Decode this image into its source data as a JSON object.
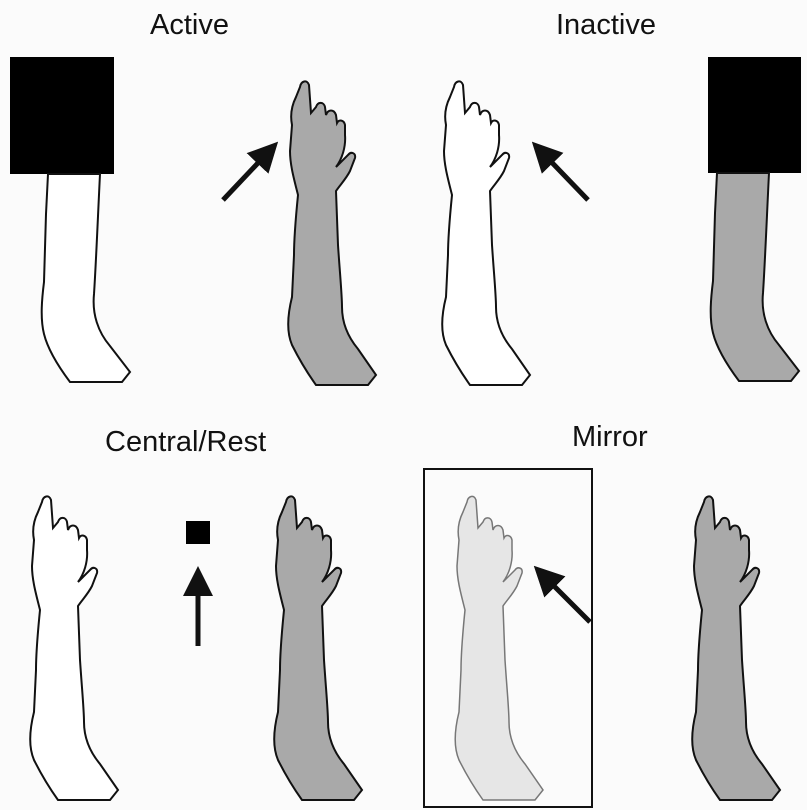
{
  "panels": [
    {
      "key": "active",
      "title": "Active"
    },
    {
      "key": "inactive",
      "title": "Inactive"
    },
    {
      "key": "central",
      "title": "Central/Rest"
    },
    {
      "key": "mirror",
      "title": "Mirror"
    }
  ],
  "colors": {
    "background": "#fbfbfb",
    "outline": "#111111",
    "arm_white": "#ffffff",
    "arm_gray": "#a9a9a9",
    "arm_mirror": "#e6e6e6",
    "occluder": "#000000"
  },
  "icons": [
    "pointing-arm-icon",
    "black-occluder-box",
    "pointing-arrow-icon",
    "mirror-frame"
  ]
}
